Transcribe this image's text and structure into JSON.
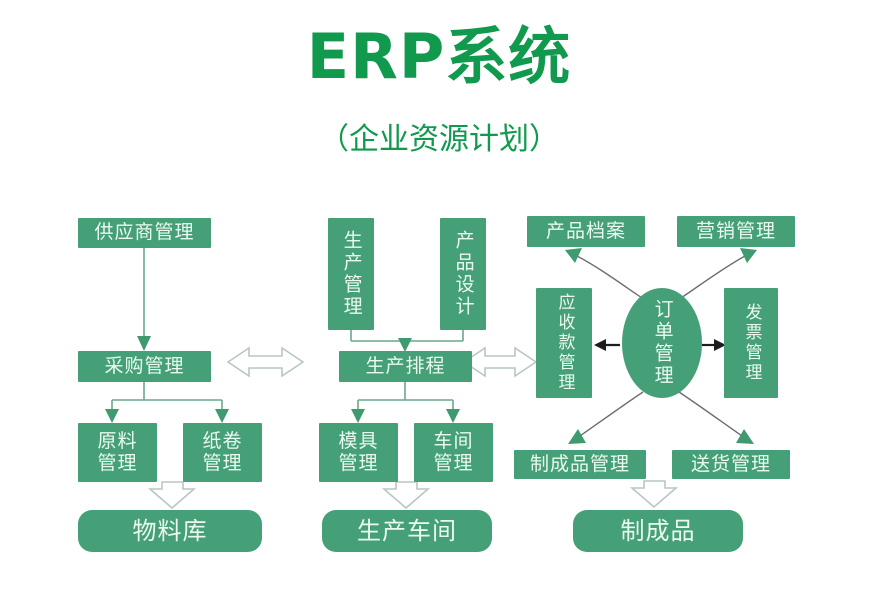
{
  "header": {
    "title": "ERP系统",
    "subtitle": "（企业资源计划）",
    "title_color": "#119a4e"
  },
  "theme": {
    "node_fill": "#46a077",
    "node_text": "#eafaf0",
    "thin_connector": "#6aa98c",
    "curve_connector": "#6b6f6d",
    "hollow_arrow_fill": "#ffffff",
    "hollow_arrow_stroke": "#b9c7c1",
    "background": "#ffffff"
  },
  "nodes": {
    "supplier_management": "供应商管理",
    "purchasing_management": "采购管理",
    "raw_material_management": "原料\n管理",
    "paper_roll_management": "纸卷\n管理",
    "material_warehouse": "物料库",
    "production_management": "生产管理",
    "product_design": "产品设计",
    "production_scheduling": "生产排程",
    "mold_management": "模具\n管理",
    "workshop_management": "车间\n管理",
    "production_workshop": "生产车间",
    "product_archive": "产品档案",
    "marketing_management": "营销管理",
    "receivables_management": "应收款管理",
    "order_management": "订单管理",
    "invoice_management": "发票管理",
    "finished_goods_management": "制成品管理",
    "delivery_management": "送货管理",
    "finished_goods": "制成品"
  },
  "connectors": [
    {
      "name": "supplier-to-purchasing",
      "type": "thin-arrow",
      "from": "供应商管理",
      "to": "采购管理"
    },
    {
      "name": "purchasing-to-raw-material",
      "type": "thin-arrow",
      "from": "采购管理",
      "to": "原料管理"
    },
    {
      "name": "purchasing-to-paper-roll",
      "type": "thin-arrow",
      "from": "采购管理",
      "to": "纸卷管理"
    },
    {
      "name": "materials-to-warehouse",
      "type": "hollow-arrow",
      "from": "原料管理/纸卷管理",
      "to": "物料库"
    },
    {
      "name": "purchasing-to-scheduling",
      "type": "hollow-double-arrow",
      "from": "采购管理",
      "to": "生产排程"
    },
    {
      "name": "production-to-scheduling",
      "type": "thin-arrow",
      "from": "生产管理",
      "to": "生产排程"
    },
    {
      "name": "design-to-scheduling",
      "type": "thin-arrow",
      "from": "产品设计",
      "to": "生产排程"
    },
    {
      "name": "scheduling-to-mold",
      "type": "thin-arrow",
      "from": "生产排程",
      "to": "模具管理"
    },
    {
      "name": "scheduling-to-workshop",
      "type": "thin-arrow",
      "from": "生产排程",
      "to": "车间管理"
    },
    {
      "name": "mold-workshop-to-production-workshop",
      "type": "hollow-arrow",
      "from": "模具管理/车间管理",
      "to": "生产车间"
    },
    {
      "name": "scheduling-to-receivables",
      "type": "hollow-double-arrow",
      "from": "生产排程",
      "to": "应收款管理"
    },
    {
      "name": "order-to-product-archive",
      "type": "curved-arrow",
      "from": "订单管理",
      "to": "产品档案"
    },
    {
      "name": "order-to-marketing",
      "type": "curved-arrow",
      "from": "订单管理",
      "to": "营销管理"
    },
    {
      "name": "order-to-receivables",
      "type": "straight-arrow",
      "from": "订单管理",
      "to": "应收款管理"
    },
    {
      "name": "order-to-invoice",
      "type": "straight-arrow",
      "from": "订单管理",
      "to": "发票管理"
    },
    {
      "name": "order-to-finished-goods-management",
      "type": "curved-arrow",
      "from": "订单管理",
      "to": "制成品管理"
    },
    {
      "name": "order-to-delivery",
      "type": "curved-arrow",
      "from": "订单管理",
      "to": "送货管理"
    },
    {
      "name": "finished-goods-mgmt-to-finished-goods",
      "type": "hollow-arrow",
      "from": "制成品管理",
      "to": "制成品"
    }
  ]
}
